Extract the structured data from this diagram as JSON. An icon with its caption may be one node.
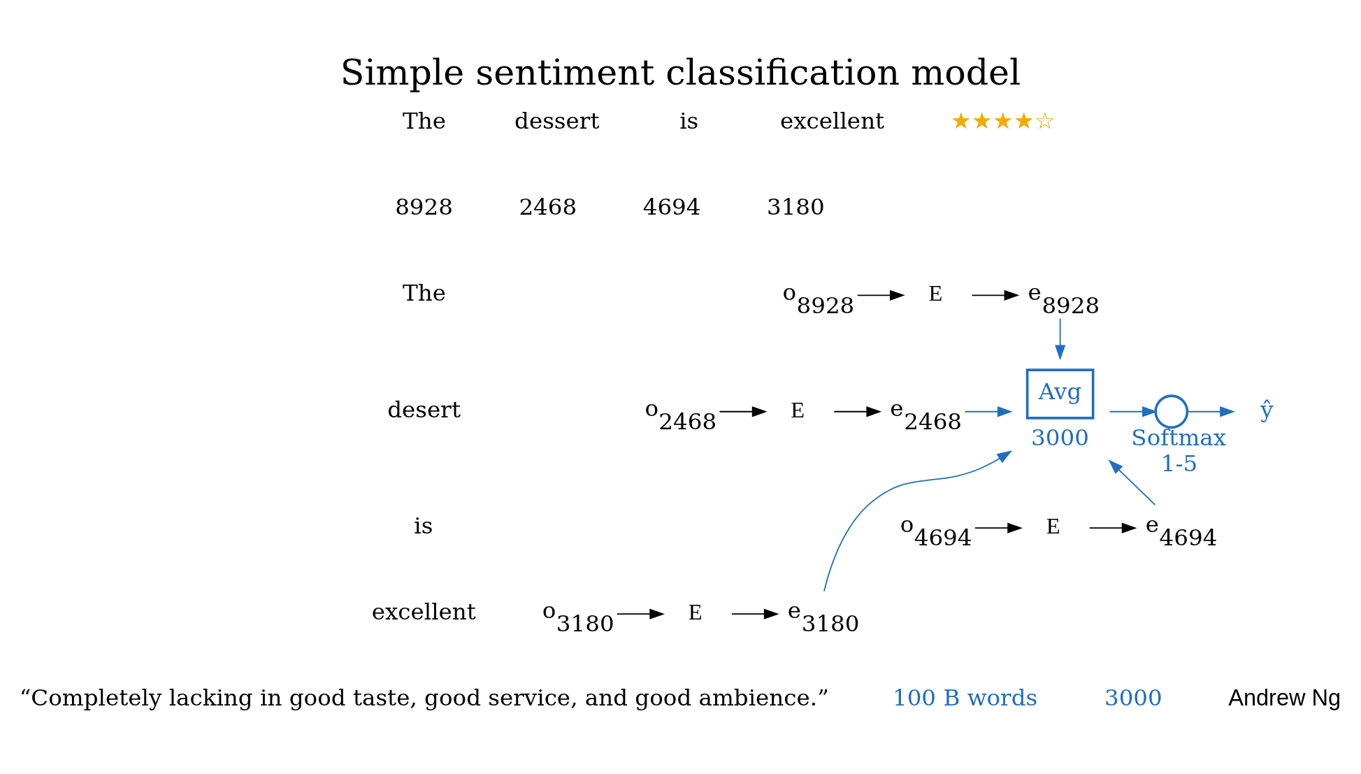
{
  "diagram": {
    "title": "Simple sentiment classification model",
    "nodes": [
      {
        "text": [
          "o$_{8928}$"
        ]
      },
      {
        "text": [
          "E"
        ]
      },
      {
        "text": [
          "e$_{8928}$"
        ]
      },
      {
        "text": [
          "o$_{2468}$"
        ]
      },
      {
        "text": [
          "E"
        ]
      },
      {
        "text": [
          "e$_{2468}$"
        ]
      },
      {
        "text": [
          "o$_{4694}$"
        ]
      },
      {
        "text": [
          "E"
        ]
      },
      {
        "text": [
          "e$_{4694}$"
        ]
      },
      {
        "text": [
          "o$_{3180}$"
        ]
      },
      {
        "text": [
          "E"
        ]
      },
      {
        "text": [
          "e$_{3180}$"
        ]
      },
      {
        "text": [
          "Avg"
        ],
        "beside": [
          "3000"
        ]
      },
      {
        "text": [],
        "shape": "circle",
        "beside": [
          "Softmax",
          "1-5"
        ]
      },
      {
        "text": [
          "ŷ"
        ]
      }
    ],
    "edges": [
      {
        "from": 0,
        "to": 1,
        "arrow": "to"
      },
      {
        "from": 1,
        "to": 2,
        "arrow": "to"
      },
      {
        "from": 3,
        "to": 4,
        "arrow": "to"
      },
      {
        "from": 4,
        "to": 5,
        "arrow": "to"
      },
      {
        "from": 6,
        "to": 7,
        "arrow": "to"
      },
      {
        "from": 7,
        "to": 8,
        "arrow": "to"
      },
      {
        "from": 9,
        "to": 10,
        "arrow": "to"
      },
      {
        "from": 10,
        "to": 11,
        "arrow": "to"
      },
      {
        "from": 2,
        "to": 12,
        "arrow": "to",
        "color": "#1f6fc0"
      },
      {
        "from": 5,
        "to": 12,
        "arrow": "to",
        "color": "#1f6fc0"
      },
      {
        "from": 8,
        "to": 12,
        "arrow": "to",
        "color": "#1f6fc0"
      },
      {
        "from": 11,
        "to": 12,
        "arrow": "to",
        "color": "#1f6fc0"
      },
      {
        "from": 12,
        "to": 13,
        "arrow": "to",
        "color": "#1f6fc0"
      },
      {
        "from": 13,
        "to": 14,
        "arrow": "to",
        "color": "#1f6fc0"
      }
    ],
    "labels": [
      "The",
      "dessert",
      "is",
      "excellent",
      "8928",
      "2468",
      "4694",
      "3180",
      "★★★★☆",
      "The",
      "desert",
      "is",
      "excellent",
      "“Completely lacking in good taste, good service, and good ambience.”",
      "100 B words",
      "3000",
      "Andrew Ng"
    ]
  }
}
